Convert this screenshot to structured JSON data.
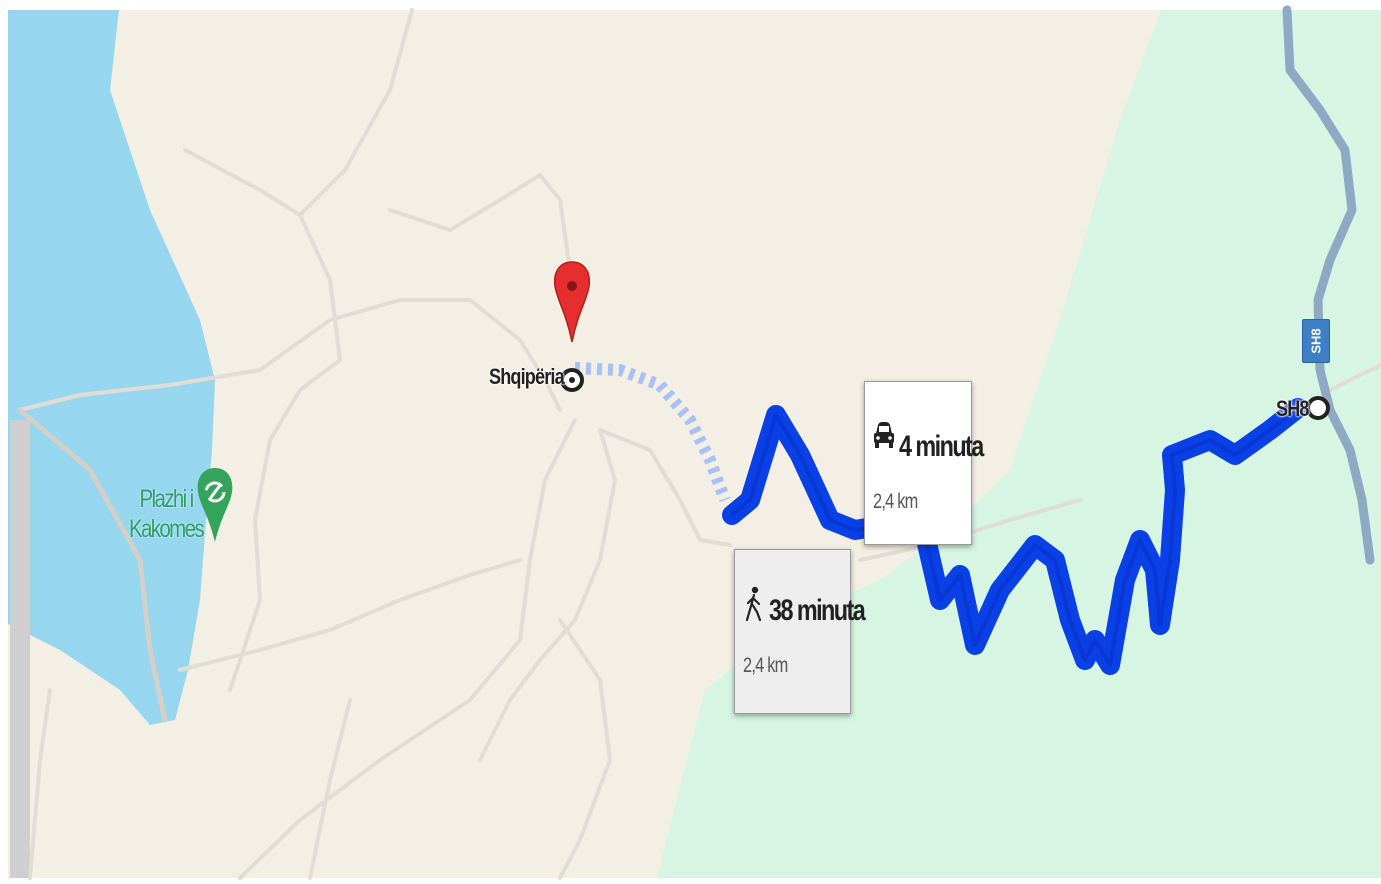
{
  "map": {
    "places": {
      "destination": "Shqipëria",
      "road_end": "SH8"
    },
    "poi": {
      "name_line1": "Plazhi i",
      "name_line2": "Kakomes",
      "icon": "beach-icon",
      "color": "#34a35b"
    },
    "road_shield": "SH8",
    "routes": {
      "driving": {
        "icon": "car-icon",
        "time": "4 minuta",
        "distance": "2,4 km"
      },
      "walking": {
        "icon": "walking-person-icon",
        "time": "38 minuta",
        "distance": "2,4 km"
      }
    },
    "colors": {
      "land": "#f4efe4",
      "water": "#96d7ef",
      "park": "#d6f5e2",
      "route": "#0a41e6",
      "walk_route": "#a7c0f6",
      "destination_pin": "#e62e2e",
      "river": "#8fa9c4"
    }
  }
}
